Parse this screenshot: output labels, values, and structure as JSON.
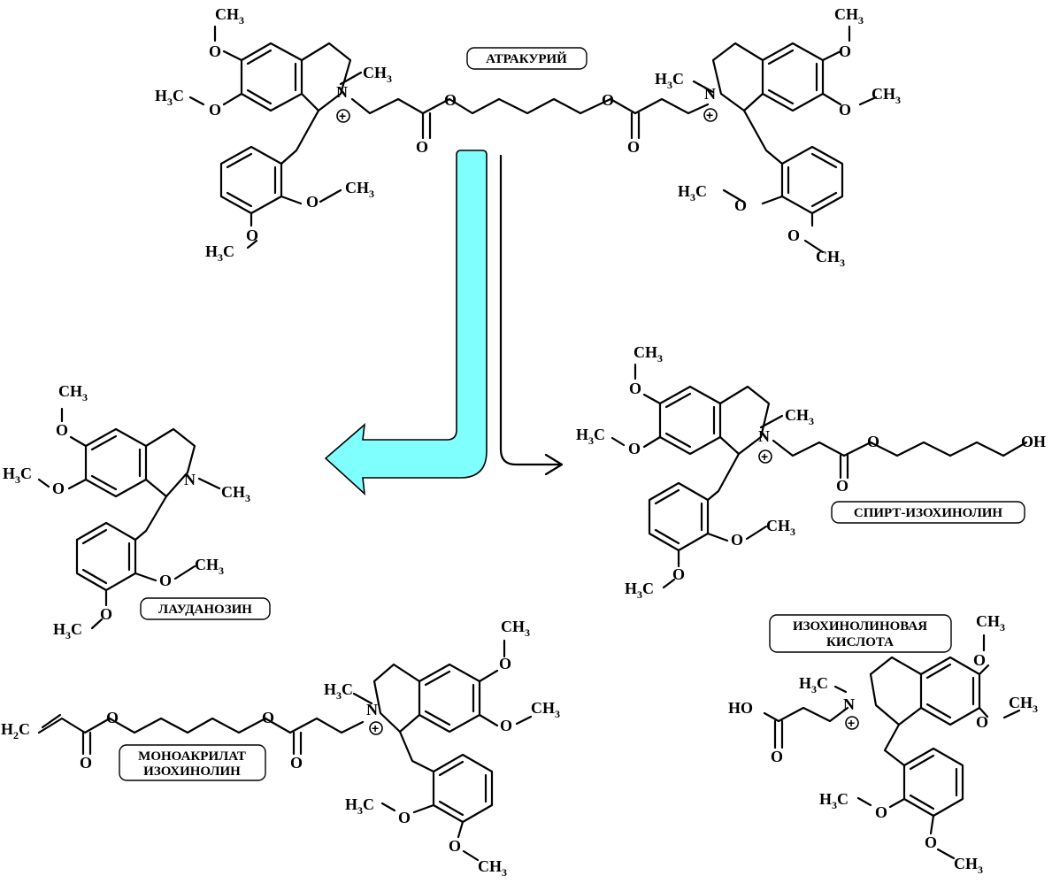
{
  "labels": {
    "atracurium": "АТРАКУРИЙ",
    "laudanosine": "ЛАУДАНОЗИН",
    "alcohol": "СПИРТ-ИЗОХИНОЛИН",
    "monoacrylate_line1": "МОНОАКРИЛАТ",
    "monoacrylate_line2": "ИЗОХИНОЛИН",
    "acid_line1": "ИЗОХИНОЛИНОВАЯ",
    "acid_line2": "КИСЛОТА"
  },
  "atoms": {
    "N": "N",
    "O": "O",
    "CH": "CH",
    "H": "H",
    "C": "C",
    "three": "3",
    "two": "2",
    "OH": "OH",
    "HO": "HO",
    "plus": "+"
  },
  "colors": {
    "arrow_fill": "#80ffff",
    "line": "#000000"
  },
  "icons": [
    "hofmann-arrow-icon",
    "ester-hydrolysis-arrow-icon"
  ]
}
